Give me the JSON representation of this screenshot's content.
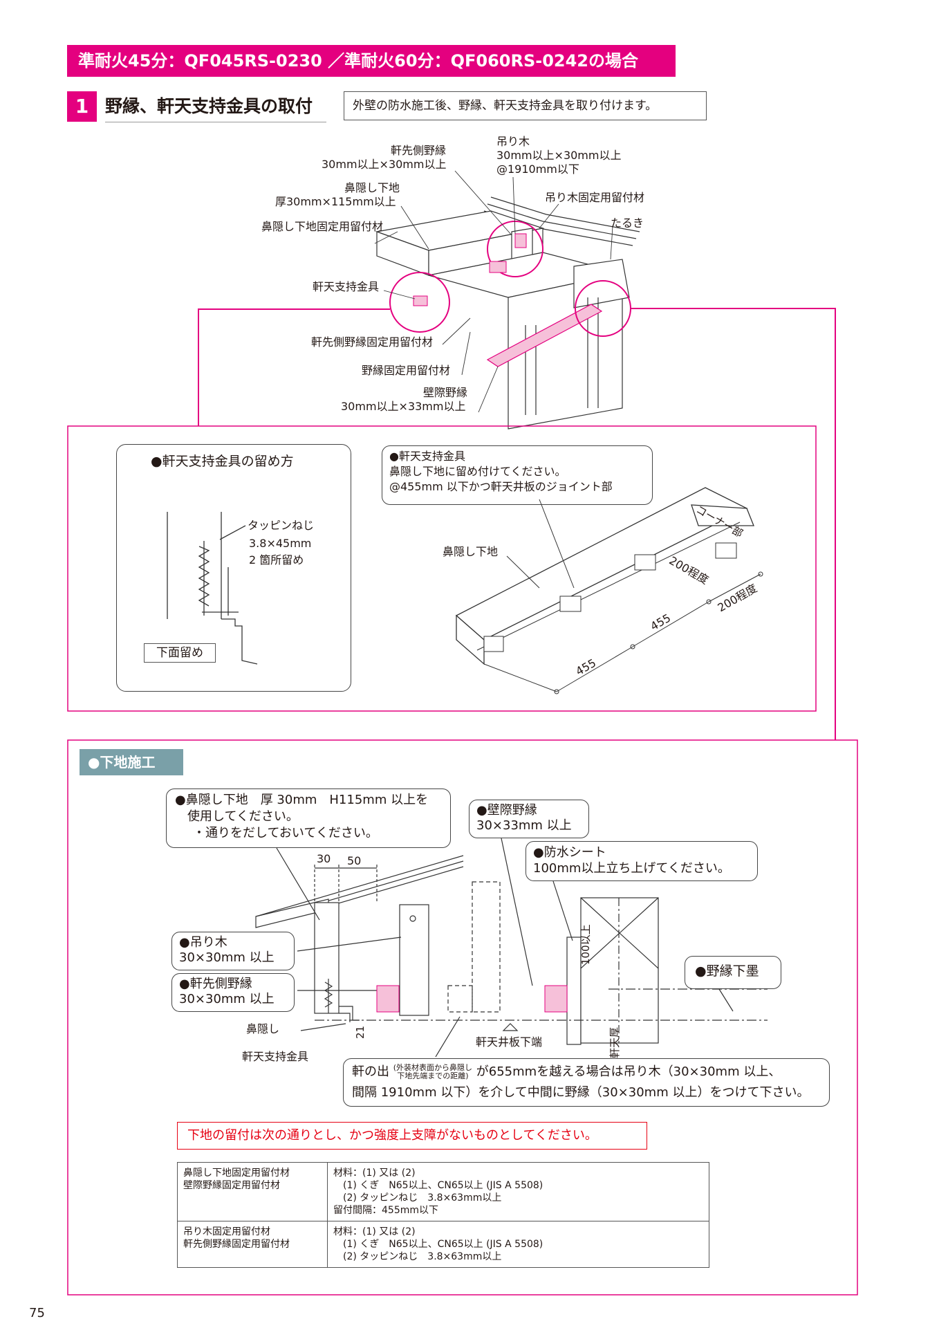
{
  "header": {
    "title": "準耐火45分：QF045RS-0230 ／準耐火60分：QF060RS-0242の場合"
  },
  "step": {
    "number": "1",
    "title": "野縁、軒天支持金具の取付",
    "description": "外壁の防水施工後、野縁、軒天支持金具を取り付けます。"
  },
  "diagram1": {
    "labels": {
      "nokisaki_noen": "軒先側野縁",
      "nokisaki_noen_size": "30mm以上×30mm以上",
      "tsurigi": "吊り木",
      "tsurigi_size": "30mm以上×30mm以上",
      "tsurigi_pitch": "@1910mm以下",
      "hanakakushi_shitaji": "鼻隠し下地",
      "hanakakushi_shitaji_size": "厚30mm×115mm以上",
      "tsurigi_kotei": "吊り木固定用留付材",
      "hanakakushi_kotei": "鼻隠し下地固定用留付材",
      "taruki": "たるき",
      "nokiten_kanagu": "軒天支持金具",
      "nokisaki_noen_kotei": "軒先側野縁固定用留付材",
      "noen_kotei": "野縁固定用留付材",
      "kabegiwa_noen": "壁際野縁",
      "kabegiwa_noen_size": "30mm以上×33mm以上"
    }
  },
  "detail": {
    "fixing": {
      "title": "●軒天支持金具の留め方",
      "screw": "タッピンねじ",
      "screw_size": "3.8×45mm",
      "screw_count": "2 箇所留め",
      "bottom_label": "下面留め"
    },
    "layout": {
      "callout_line1": "●軒天支持金具",
      "callout_line2": "鼻隠し下地に留め付けてください。",
      "callout_line3": "@455mm 以下かつ軒天井板のジョイント部",
      "hanakakushi": "鼻隠し下地",
      "corner": "コーナー部",
      "dim1": "200程度",
      "dim2": "200程度",
      "dim3": "455",
      "dim4": "455"
    }
  },
  "shitaji": {
    "tag": "●下地施工",
    "callout1_line1": "●鼻隠し下地　厚 30mm　H115mm 以上を",
    "callout1_line2": "使用してください。",
    "callout1_line3": "・通りをだしておいてください。",
    "callout2_line1": "●壁際野縁",
    "callout2_line2": "30×33mm 以上",
    "callout3_line1": "●防水シート",
    "callout3_line2": "100mm以上立ち上げてください。",
    "callout4_line1": "●吊り木",
    "callout4_line2": "30×30mm 以上",
    "callout5_line1": "●軒先側野縁",
    "callout5_line2": "30×30mm 以上",
    "callout6": "●野縁下墨",
    "dim_30": "30",
    "dim_50": "50",
    "dim_100": "100以上",
    "dim_21": "21",
    "nokiten_thick": "軒天厚",
    "hanakakushi": "鼻隠し",
    "kanagu": "軒天支持金具",
    "nokiten_kaba": "軒天井板下端",
    "note_a": "軒の出",
    "note_small1": "(外装材表面から鼻隠し",
    "note_small2": "下地先端までの距離)",
    "note_b": "が655mmを越える場合は吊り木（30×30mm 以上、",
    "note_line2": "間隔 1910mm 以下）を介して中間に野縁（30×30mm 以上）をつけて下さい。"
  },
  "notice": "下地の留付は次の通りとし、かつ強度上支障がないものとしてください。",
  "spec_table": {
    "rows": [
      {
        "k1": "鼻隠し下地固定用留付材",
        "k2": "壁際野縁固定用留付材",
        "v1": "材料：(1) 又は (2)",
        "v2": "　(1) くぎ　N65以上、CN65以上 (JIS A 5508)",
        "v3": "　(2) タッピンねじ　3.8×63mm以上",
        "v4": "留付間隔：455mm以下"
      },
      {
        "k1": "吊り木固定用留付材",
        "k2": "軒先側野縁固定用留付材",
        "v1": "材料：(1) 又は (2)",
        "v2": "　(1) くぎ　N65以上、CN65以上 (JIS A 5508)",
        "v3": "　(2) タッピンねじ　3.8×63mm以上"
      }
    ]
  },
  "page_number": "75",
  "colors": {
    "accent": "#e4007f",
    "tag": "#7aa0a8",
    "notice": "#e60012"
  }
}
